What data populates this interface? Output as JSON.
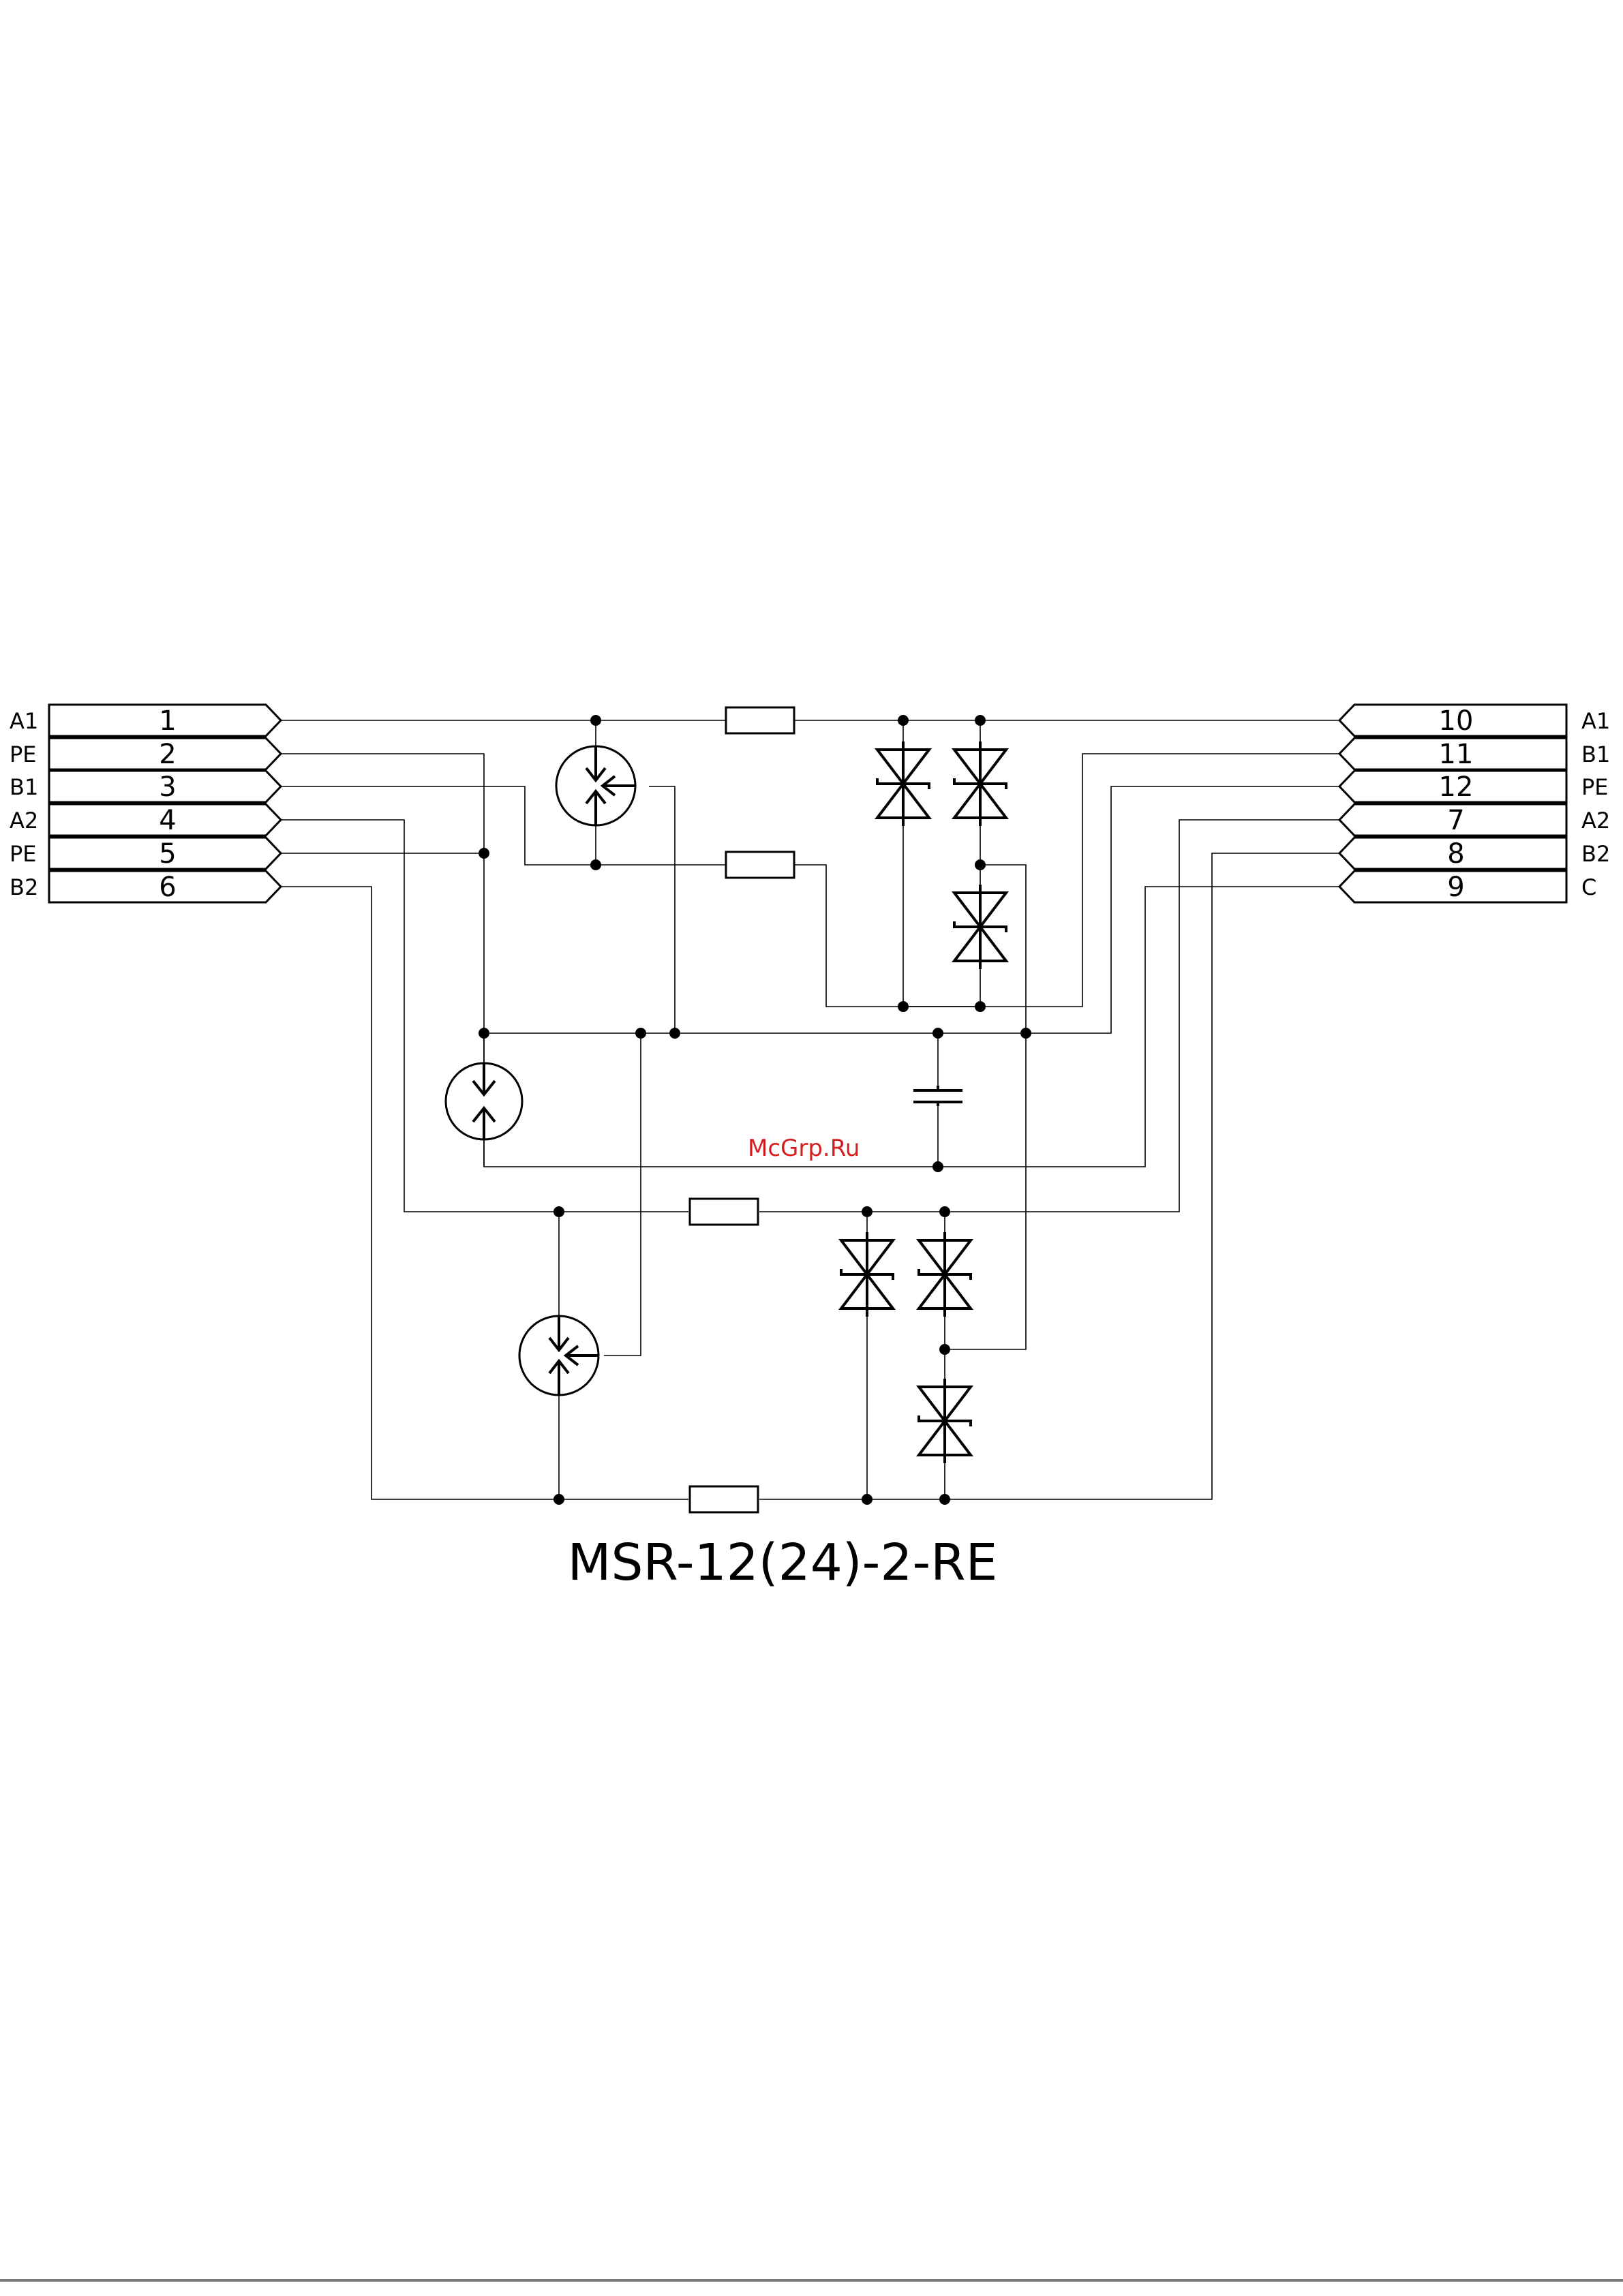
{
  "diagram": {
    "title": "MSR-12(24)-2-RE",
    "watermark": "McGrp.Ru",
    "left_terminals": [
      {
        "signal": "A1",
        "number": "1"
      },
      {
        "signal": "PE",
        "number": "2"
      },
      {
        "signal": "B1",
        "number": "3"
      },
      {
        "signal": "A2",
        "number": "4"
      },
      {
        "signal": "PE",
        "number": "5"
      },
      {
        "signal": "B2",
        "number": "6"
      }
    ],
    "right_terminals": [
      {
        "number": "10",
        "signal": "A1"
      },
      {
        "number": "11",
        "signal": "B1"
      },
      {
        "number": "12",
        "signal": "PE"
      },
      {
        "number": "7",
        "signal": "A2"
      },
      {
        "number": "8",
        "signal": "B2"
      },
      {
        "number": "9",
        "signal": "C"
      }
    ],
    "components": {
      "resistors": 4,
      "tvs_diodes": 6,
      "gas_discharge_tubes_3_electrode": 2,
      "gas_discharge_tube_2_electrode": 1,
      "capacitor": 1
    },
    "colors": {
      "ink": "#000000",
      "watermark": "#d42020",
      "page_rule": "#7a7a7a"
    }
  }
}
